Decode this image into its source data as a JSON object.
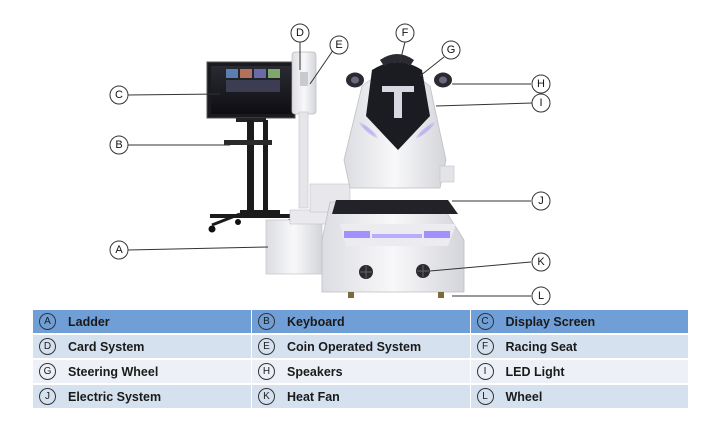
{
  "callouts": {
    "A": "A",
    "B": "B",
    "C": "C",
    "D": "D",
    "E": "E",
    "F": "F",
    "G": "G",
    "H": "H",
    "I": "I",
    "J": "J",
    "K": "K",
    "L": "L"
  },
  "legend": {
    "rows": [
      [
        {
          "letter": "A",
          "label": "Ladder"
        },
        {
          "letter": "B",
          "label": "Keyboard"
        },
        {
          "letter": "C",
          "label": "Display Screen"
        }
      ],
      [
        {
          "letter": "D",
          "label": "Card System"
        },
        {
          "letter": "E",
          "label": "Coin Operated System"
        },
        {
          "letter": "F",
          "label": "Racing Seat"
        }
      ],
      [
        {
          "letter": "G",
          "label": "Steering Wheel"
        },
        {
          "letter": "H",
          "label": "Speakers"
        },
        {
          "letter": "I",
          "label": "LED Light"
        }
      ],
      [
        {
          "letter": "J",
          "label": "Electric System"
        },
        {
          "letter": "K",
          "label": "Heat Fan"
        },
        {
          "letter": "L",
          "label": "Wheel"
        }
      ]
    ]
  },
  "colors": {
    "header_row": "#6f9fd6",
    "row_light": "#edf1f7",
    "row_mid": "#d6e1ef",
    "led_glow": "#9a86ff",
    "machine_white": "#f2f2f4",
    "seat_black": "#1b1b22"
  }
}
